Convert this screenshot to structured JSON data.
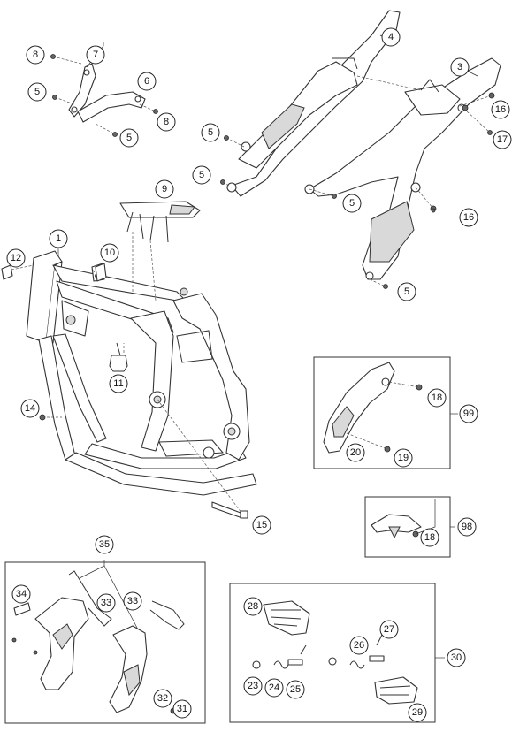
{
  "callouts": [
    {
      "id": "c1",
      "label": "1"
    },
    {
      "id": "c3",
      "label": "3"
    },
    {
      "id": "c4",
      "label": "4"
    },
    {
      "id": "c5a",
      "label": "5"
    },
    {
      "id": "c5b",
      "label": "5"
    },
    {
      "id": "c5c",
      "label": "5"
    },
    {
      "id": "c5d",
      "label": "5"
    },
    {
      "id": "c5e",
      "label": "5"
    },
    {
      "id": "c5f",
      "label": "5"
    },
    {
      "id": "c6",
      "label": "6"
    },
    {
      "id": "c7",
      "label": "7"
    },
    {
      "id": "c8a",
      "label": "8"
    },
    {
      "id": "c8b",
      "label": "8"
    },
    {
      "id": "c9",
      "label": "9"
    },
    {
      "id": "c10",
      "label": "10"
    },
    {
      "id": "c11",
      "label": "11"
    },
    {
      "id": "c12",
      "label": "12"
    },
    {
      "id": "c14",
      "label": "14"
    },
    {
      "id": "c15",
      "label": "15"
    },
    {
      "id": "c16a",
      "label": "16"
    },
    {
      "id": "c16b",
      "label": "16"
    },
    {
      "id": "c17",
      "label": "17"
    },
    {
      "id": "c18a",
      "label": "18"
    },
    {
      "id": "c18b",
      "label": "18"
    },
    {
      "id": "c19",
      "label": "19"
    },
    {
      "id": "c20",
      "label": "20"
    },
    {
      "id": "c23",
      "label": "23"
    },
    {
      "id": "c24",
      "label": "24"
    },
    {
      "id": "c25",
      "label": "25"
    },
    {
      "id": "c26",
      "label": "26"
    },
    {
      "id": "c27",
      "label": "27"
    },
    {
      "id": "c28",
      "label": "28"
    },
    {
      "id": "c29",
      "label": "29"
    },
    {
      "id": "c30",
      "label": "30"
    },
    {
      "id": "c31",
      "label": "31"
    },
    {
      "id": "c32",
      "label": "32"
    },
    {
      "id": "c33a",
      "label": "33"
    },
    {
      "id": "c33b",
      "label": "33"
    },
    {
      "id": "c34",
      "label": "34"
    },
    {
      "id": "c35",
      "label": "35"
    },
    {
      "id": "c98",
      "label": "98"
    },
    {
      "id": "c99",
      "label": "99"
    }
  ],
  "colors": {
    "line": "#333333",
    "shade": "#d9d9d9",
    "background": "#ffffff"
  }
}
